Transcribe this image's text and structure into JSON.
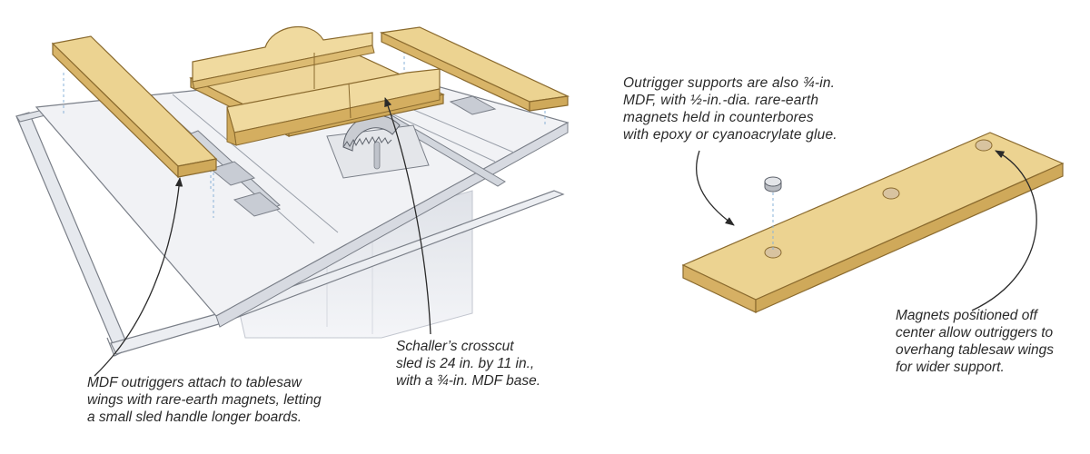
{
  "captions": {
    "outriggers": [
      "MDF outriggers attach to tablesaw",
      "wings with rare-earth magnets, letting",
      "a small sled handle longer boards."
    ],
    "sled": [
      "Schaller’s crosscut",
      "sled is 24 in. by 11 in.,",
      "with a ¾-in. MDF base."
    ],
    "supports": [
      "Outrigger supports are also ¾-in.",
      "MDF, with ½-in.-dia. rare-earth",
      "magnets held in counterbores",
      "with epoxy or cyanoacrylate glue."
    ],
    "magnets": [
      "Magnets positioned off",
      "center allow outriggers to",
      "overhang tablesaw wings",
      "for wider support."
    ]
  },
  "colors": {
    "wood": "#ead08f",
    "wood_edge": "#d4ad62",
    "wood_outline": "#8a6a2e",
    "steel": "#eef0f4",
    "steel_shade": "#c9cdd6",
    "outline": "#6b6f78",
    "text": "#2a2a2a"
  }
}
